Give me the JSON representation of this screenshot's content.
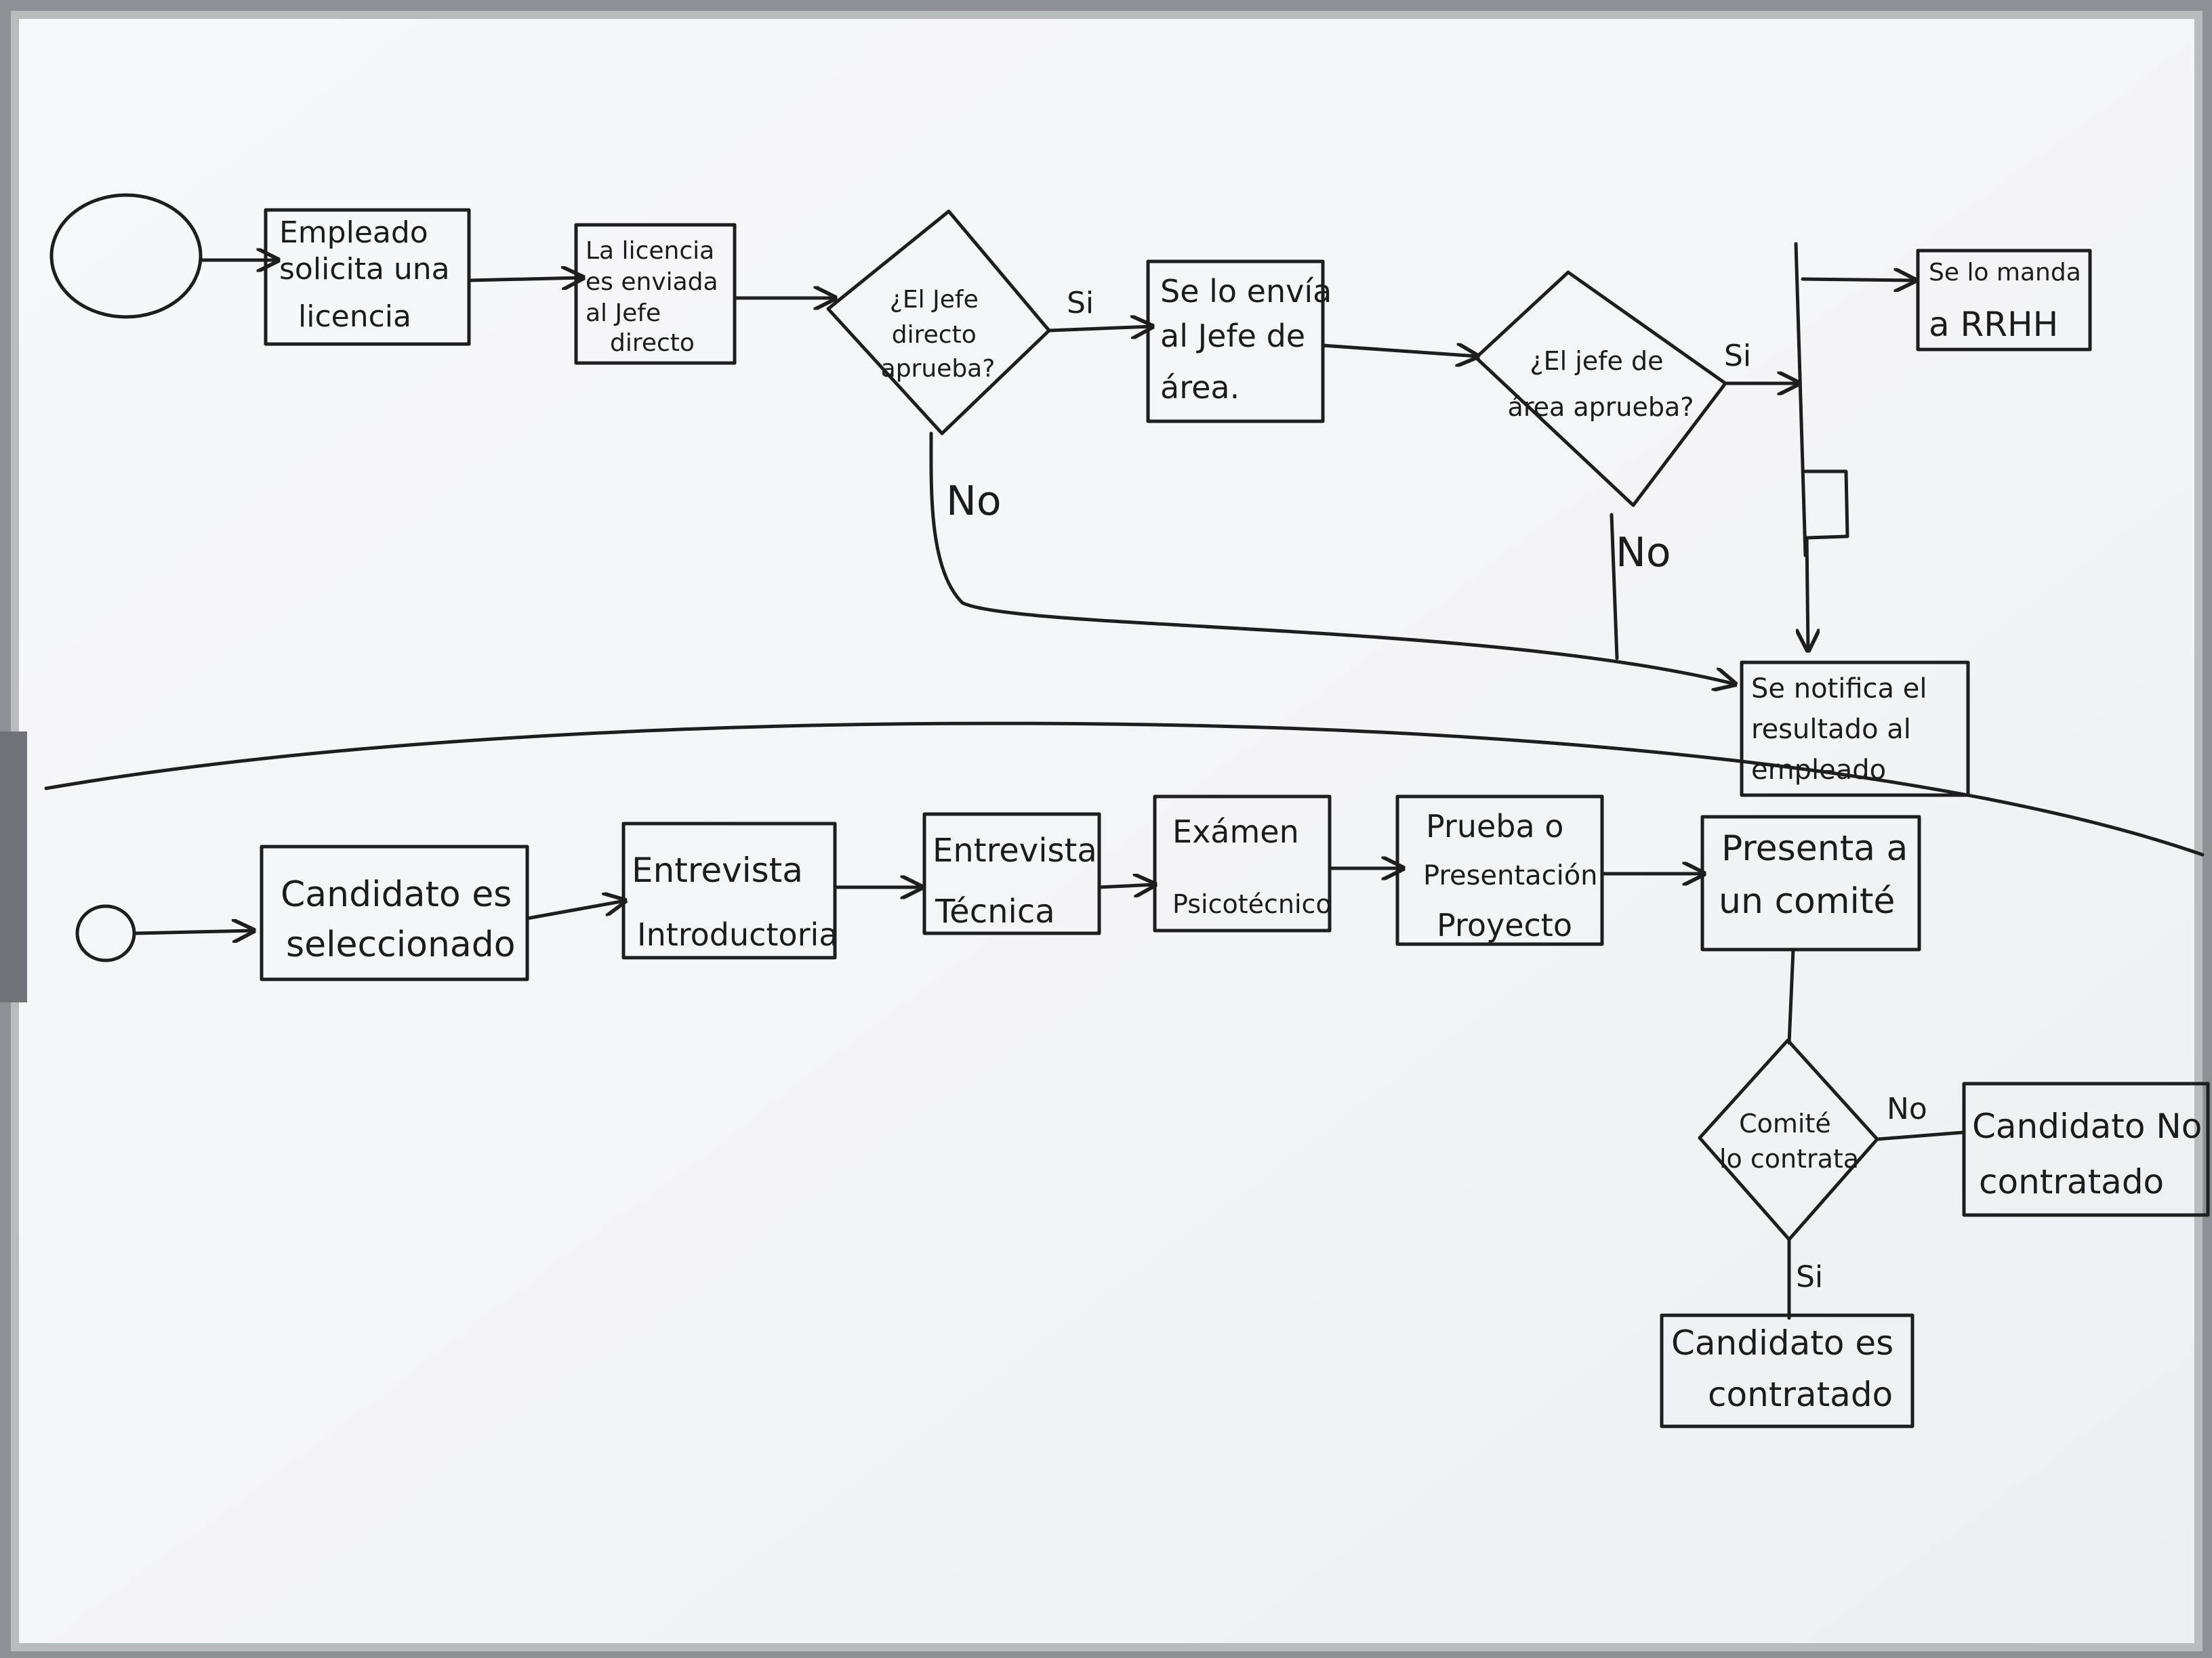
{
  "process1": {
    "step_request": [
      "Empleado",
      "solicita una",
      "licencia"
    ],
    "step_sent": [
      "La licencia",
      "es enviada",
      "al Jefe",
      "directo"
    ],
    "decision_direct_boss": [
      "¿El Jefe",
      "directo",
      "aprueba?"
    ],
    "label_yes_1": "Si",
    "label_no_1": "No",
    "step_area_boss": [
      "Se lo envía",
      "al Jefe de",
      "área."
    ],
    "decision_area_boss": [
      "¿El jefe de",
      "área aprueba?"
    ],
    "label_yes_2": "Si",
    "label_no_2": "No",
    "step_hr": [
      "Se lo manda",
      "a RRHH"
    ],
    "step_notify": [
      "Se notifica el",
      "resultado al",
      "empleado"
    ]
  },
  "process2": {
    "step_selected": [
      "Candidato es",
      "seleccionado"
    ],
    "step_intro_interview": [
      "Entrevista",
      "Introductoria"
    ],
    "step_tech_interview": [
      "Entrevista",
      "Técnica"
    ],
    "step_psych_exam": [
      "Exámen",
      "Psicotécnico"
    ],
    "step_project_test": [
      "Prueba o",
      "Presentación",
      "Proyecto"
    ],
    "step_committee": [
      "Presenta a",
      "un comité"
    ],
    "decision_committee": [
      "Comité",
      "lo contrata"
    ],
    "label_no": "No",
    "label_yes": "Si",
    "step_not_hired": [
      "Candidato No es",
      "contratado"
    ],
    "step_hired": [
      "Candidato es",
      "contratado"
    ]
  },
  "colors": {
    "board": "#f4f5f7",
    "frame": "#8d9094",
    "ink": "#1e1e1e"
  }
}
